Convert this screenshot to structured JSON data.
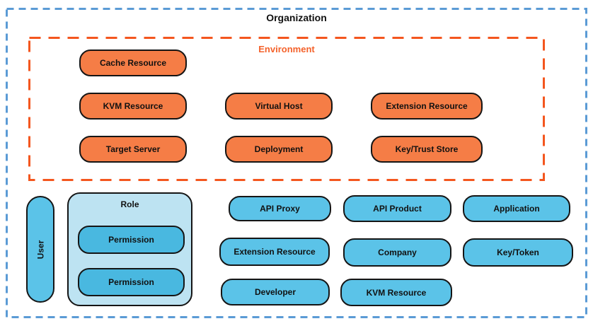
{
  "diagram": {
    "organization": {
      "title": "Organization"
    },
    "environment": {
      "title": "Environment",
      "pills": [
        {
          "label": "Cache Resource"
        },
        {
          "label": "KVM Resource"
        },
        {
          "label": "Target Server"
        },
        {
          "label": "Virtual Host"
        },
        {
          "label": "Deployment"
        },
        {
          "label": "Extension Resource"
        },
        {
          "label": "Key/Trust Store"
        }
      ]
    },
    "org_level": {
      "user": {
        "label": "User"
      },
      "role": {
        "label": "Role",
        "permissions": [
          {
            "label": "Permission"
          },
          {
            "label": "Permission"
          }
        ]
      },
      "pills": [
        {
          "label": "API Proxy"
        },
        {
          "label": "Extension Resource"
        },
        {
          "label": "Developer"
        },
        {
          "label": "API Product"
        },
        {
          "label": "Company"
        },
        {
          "label": "KVM Resource"
        },
        {
          "label": "Application"
        },
        {
          "label": "Key/Token"
        }
      ]
    },
    "colors": {
      "organization_boundary": "#5B9BD5",
      "environment_boundary": "#F4561E",
      "environment_title_text": "#F4622B",
      "environment_pill_fill": "#F57D46",
      "org_pill_fill": "#5BC3E8",
      "role_container_fill": "#BDE3F2",
      "permission_pill_fill": "#49B8E0",
      "shape_border": "#151515",
      "background": "#FFFFFF"
    }
  }
}
